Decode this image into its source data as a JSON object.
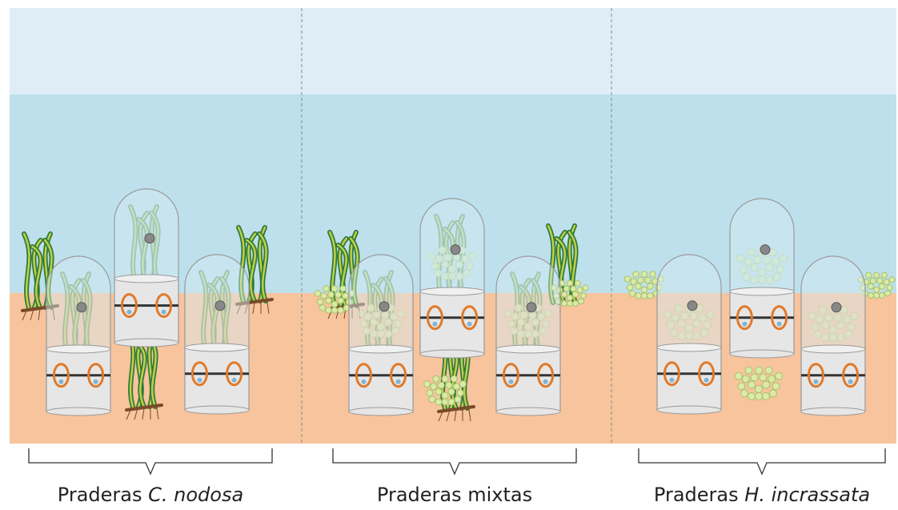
{
  "colors": {
    "air": "#dfeef6",
    "water": "#bde0ec",
    "sediment": "#f7c49d",
    "divider": "#8a8a8a",
    "chamber_fill": "#e6e6e6",
    "chamber_stroke": "#9a9a9a",
    "dome_fill": "#d4ebf3",
    "port_ring": "#e07a2a",
    "band": "#333333",
    "seagrass_dark": "#2f7a3a",
    "seagrass_light": "#d3d84a",
    "rhizome": "#7a4a2a",
    "halimeda": "#dbeaa6",
    "halimeda_stroke": "#a6c26a"
  },
  "panels": [
    {
      "label_prefix": "Praderas",
      "label_species": "C. nodosa",
      "vegetation": "seagrass"
    },
    {
      "label_prefix": "Praderas mixtas",
      "label_species": "",
      "vegetation": "mixed"
    },
    {
      "label_prefix": "Praderas",
      "label_species": "H. incrassata",
      "vegetation": "algae"
    }
  ]
}
